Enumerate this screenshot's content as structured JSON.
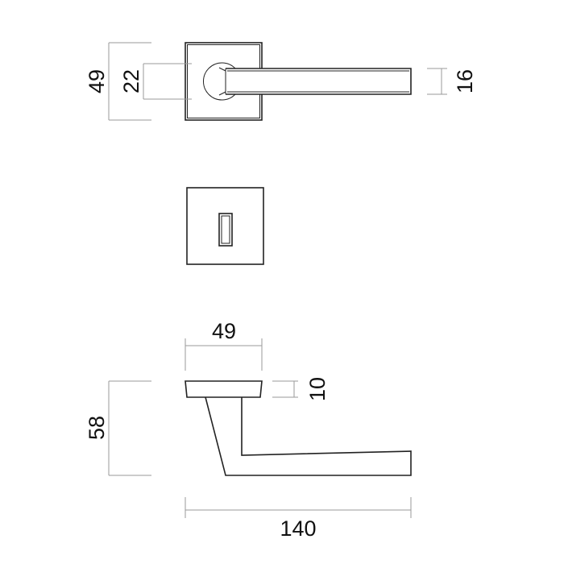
{
  "dimensions": {
    "top_rose_height": "49",
    "top_spindle_height": "22",
    "top_lever_width": "16",
    "side_rose_width": "49",
    "side_rose_thickness": "10",
    "side_height": "58",
    "side_length": "140"
  },
  "colors": {
    "outline": "#222222",
    "dimension_line": "#9a9a9a"
  }
}
